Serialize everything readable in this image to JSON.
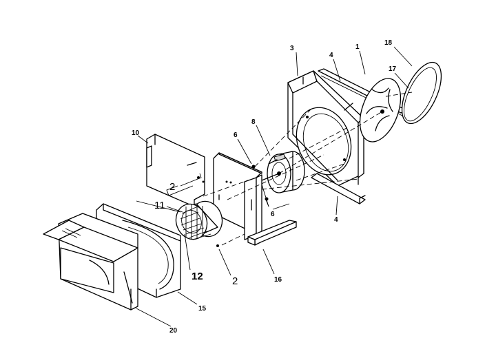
{
  "callouts": {
    "c1": "1",
    "c2a": "2",
    "c2b": "2",
    "c3": "3",
    "c4a": "4",
    "c4b": "4",
    "c6a": "6",
    "c6b": "6",
    "c8": "8",
    "c10": "10",
    "c11": "11",
    "c12": "12",
    "c15": "15",
    "c16": "16",
    "c17": "17",
    "c18": "18",
    "c20": "20"
  }
}
